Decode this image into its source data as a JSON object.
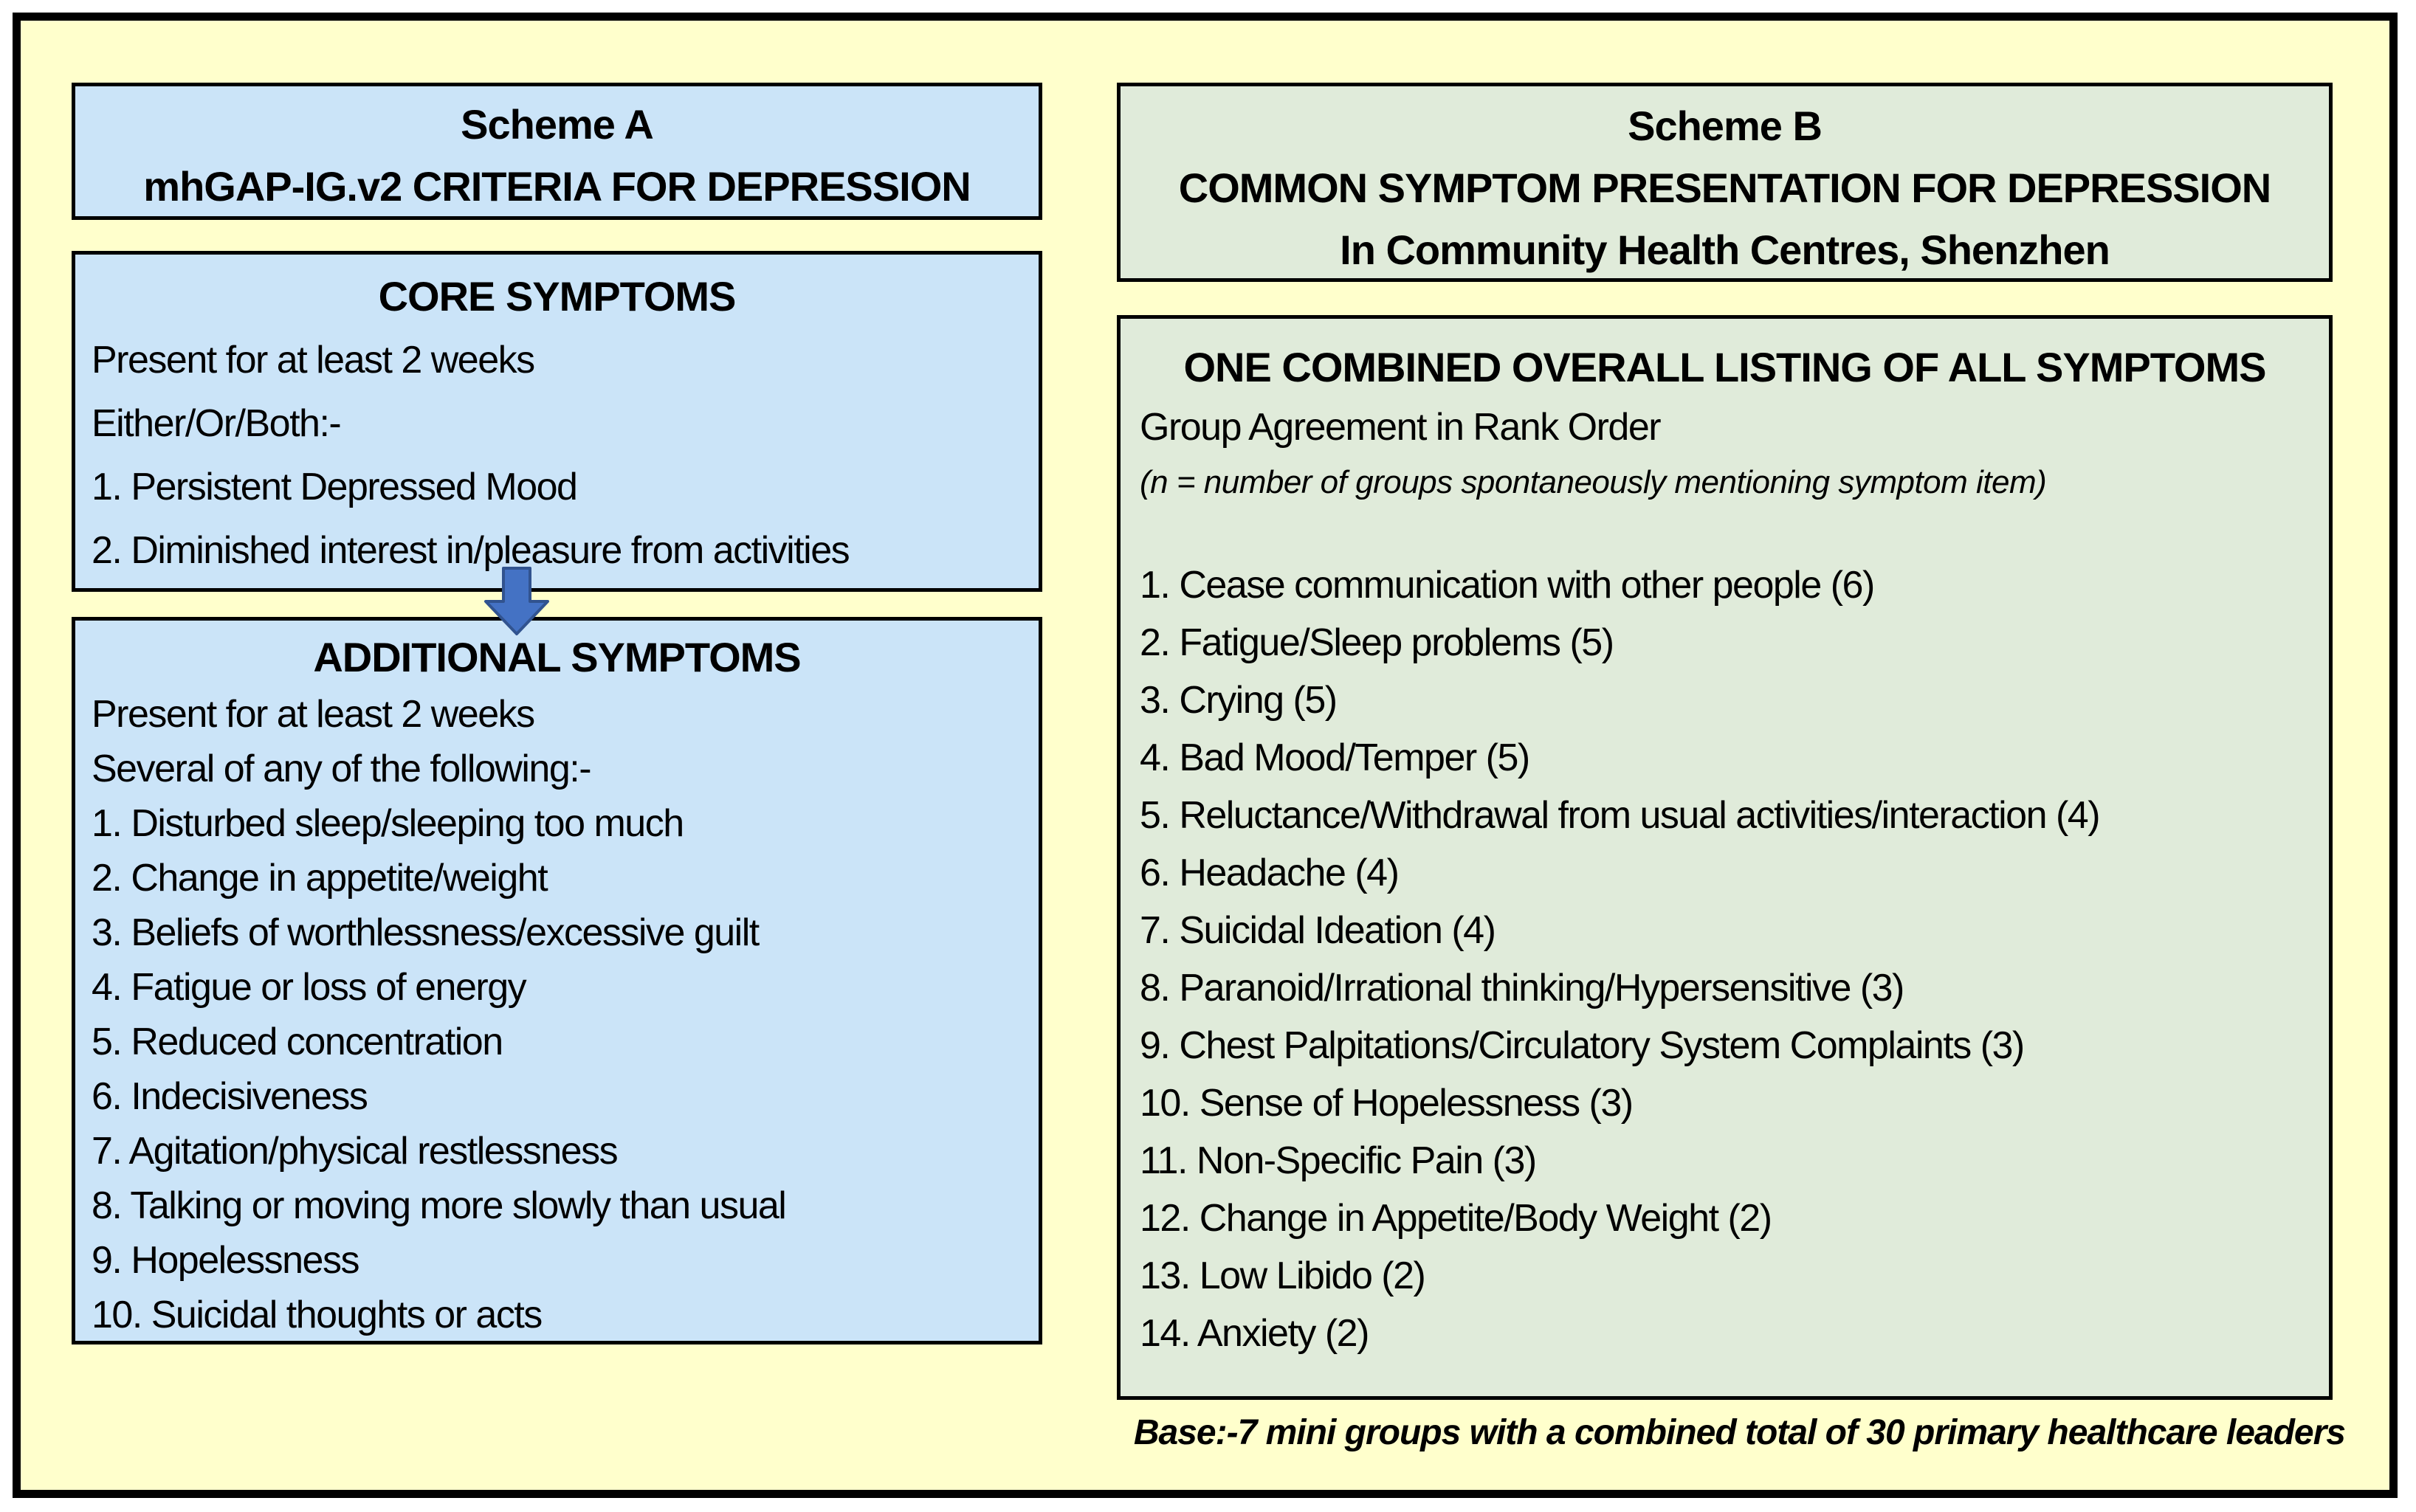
{
  "scheme_a": {
    "header": {
      "line1": "Scheme A",
      "line2": "mhGAP-IG.v2 CRITERIA FOR DEPRESSION"
    },
    "core_box": {
      "title": "CORE SYMPTOMS",
      "lines": [
        "Present for at least 2 weeks",
        "Either/Or/Both:-",
        "1. Persistent Depressed Mood",
        "2. Diminished interest in/pleasure from activities"
      ]
    },
    "additional_box": {
      "title": "ADDITIONAL SYMPTOMS",
      "lines": [
        "Present for at least 2 weeks",
        "Several of any of the following:-",
        "1. Disturbed sleep/sleeping too much",
        "2. Change in appetite/weight",
        "3. Beliefs of worthlessness/excessive guilt",
        "4. Fatigue or loss of energy",
        "5. Reduced concentration",
        "6. Indecisiveness",
        "7. Agitation/physical restlessness",
        "8. Talking or moving more slowly than usual",
        "9. Hopelessness",
        "10. Suicidal thoughts or acts"
      ]
    }
  },
  "scheme_b": {
    "header": {
      "line1": "Scheme B",
      "line2": "COMMON SYMPTOM PRESENTATION FOR DEPRESSION",
      "line3": "In Community Health Centres, Shenzhen"
    },
    "list_box": {
      "title": "ONE COMBINED OVERALL LISTING OF ALL SYMPTOMS",
      "subtitle": "Group Agreement in Rank Order",
      "note": "(n = number of groups spontaneously mentioning symptom item)",
      "items": [
        "1. Cease communication with other people (6)",
        "2. Fatigue/Sleep problems (5)",
        "3. Crying (5)",
        "4. Bad Mood/Temper (5)",
        "5. Reluctance/Withdrawal from usual activities/interaction (4)",
        "6. Headache (4)",
        "7. Suicidal Ideation (4)",
        "8. Paranoid/Irrational thinking/Hypersensitive (3)",
        "9. Chest Palpitations/Circulatory System Complaints (3)",
        "10. Sense of Hopelessness (3)",
        "11. Non-Specific Pain (3)",
        "12. Change in Appetite/Body Weight (2)",
        "13. Low Libido (2)",
        "14. Anxiety (2)"
      ]
    }
  },
  "footer": {
    "base_note": "Base:-7 mini groups with a combined total of 30 primary healthcare leaders"
  },
  "colors": {
    "background": "#FFFFCC",
    "scheme_a_fill": "#CBE4F8",
    "scheme_b_fill": "#E0EBDA",
    "border": "#000000",
    "arrow_fill": "#4472C4",
    "arrow_stroke": "#31538F"
  }
}
